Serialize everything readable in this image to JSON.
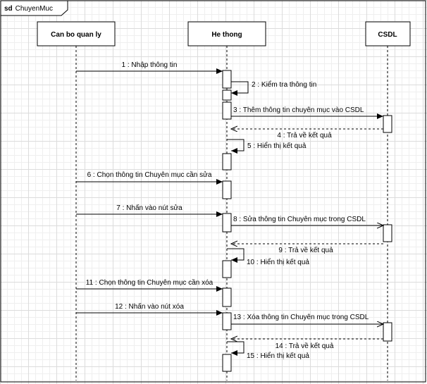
{
  "frame": {
    "keyword": "sd",
    "name": "ChuyenMuc"
  },
  "lifelines": [
    {
      "name": "Can bo quan ly"
    },
    {
      "name": "He thong"
    },
    {
      "name": "CSDL"
    }
  ],
  "messages": [
    {
      "label": "1 : Nhập thông tin"
    },
    {
      "label": "2 : Kiểm tra thông tin"
    },
    {
      "label": "3 : Thêm thông tin chuyên mục vào CSDL"
    },
    {
      "label": "4 : Trả về kết quả"
    },
    {
      "label": "5 : Hiển thị kết quả"
    },
    {
      "label": "6 : Chọn thông tin Chuyên mục cần sửa"
    },
    {
      "label": "7 : Nhấn vào nút sửa"
    },
    {
      "label": "8 : Sửa thông tin Chuyên mục trong CSDL"
    },
    {
      "label": "9 : Trả về kết quả"
    },
    {
      "label": "10 : Hiển thị kết quả"
    },
    {
      "label": "11 : Chọn thông tin Chuyên mục cần xóa"
    },
    {
      "label": "12 : Nhấn vào nút xóa"
    },
    {
      "label": "13 : Xóa thông tin Chuyên mục trong CSDL"
    },
    {
      "label": "14 : Trả về kết quả"
    },
    {
      "label": "15 : Hiển thị kết quả"
    }
  ]
}
